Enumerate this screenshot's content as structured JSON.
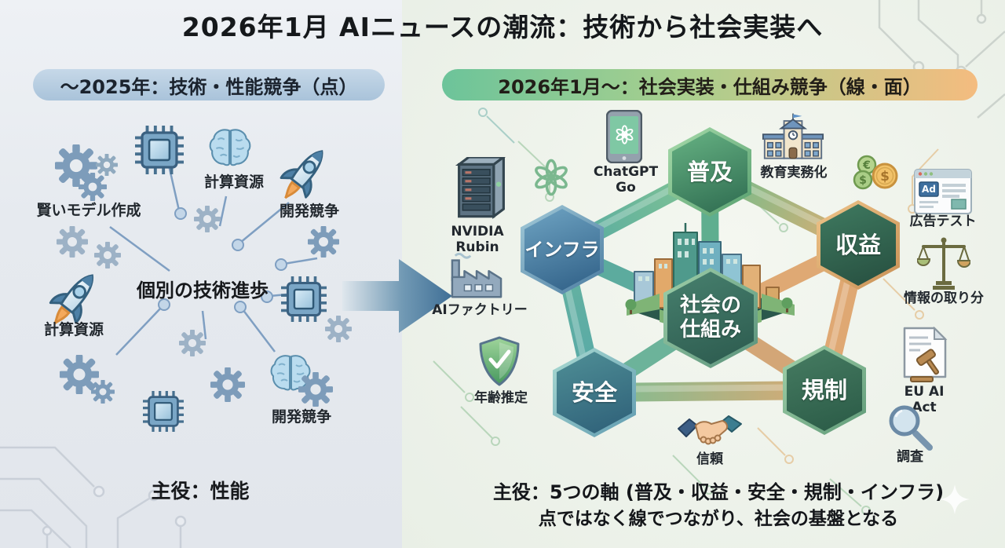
{
  "title": "2026年1月 AIニュースの潮流：技術から社会実装へ",
  "left_panel": {
    "header": "～2025年：技術・性能競争（点）",
    "center_label": "個別の技術進歩",
    "labels": {
      "smart_model": "賢いモデル作成",
      "compute_top": "計算資源",
      "dev_race_top": "開発競争",
      "compute_mid": "計算資源",
      "dev_race_bottom": "開発競争"
    },
    "footer": "主役：性能"
  },
  "right_panel": {
    "header": "2026年1月～：社会実装・仕組み競争（線・面）",
    "hexagons": {
      "infra": "インフラ",
      "adoption": "普及",
      "revenue": "収益",
      "safety": "安全",
      "regulation": "規制",
      "center_line1": "社会の",
      "center_line2": "仕組み"
    },
    "labels": {
      "nvidia": "NVIDIA Rubin",
      "ai_factory": "AIファクトリー",
      "chatgpt_go": "ChatGPT Go",
      "education": "教育実務化",
      "ad_test": "広告テスト",
      "info_share": "情報の取り分",
      "age_estimation": "年齢推定",
      "trust": "信頼",
      "eu_ai_act": "EU AI Act",
      "survey": "調査"
    },
    "ad_box_text": "Ad",
    "coin_symbols": {
      "euro": "€",
      "dollar": "$",
      "dollar2": "$"
    },
    "footer_line1": "主役：5つの軸 (普及・収益・安全・規制・インフラ)",
    "footer_line2": "点ではなく線でつながり、社会の基盤となる"
  },
  "colors": {
    "left_pill_bg": "#b7cde1",
    "right_pill_gradient_start": "#6cc49a",
    "right_pill_gradient_end": "#f4bc7f",
    "hex_adoption": "#2e6b50",
    "hex_infra": "#2f5f86",
    "hex_revenue": "#3f7a60",
    "hex_revenue_border": "#c89055",
    "hex_safety": "#2e5f78",
    "hex_regulation": "#2a5a46",
    "hex_center": "#2c5a4e",
    "tube_green": "#6fb89e",
    "tube_orange": "#dfab76",
    "left_icon_blue": "#7d9cba"
  },
  "icons": {
    "left": [
      "gear-icon",
      "chip-icon",
      "brain-icon",
      "rocket-icon"
    ],
    "right": [
      "server-rack-icon",
      "openai-logo-icon",
      "smartphone-icon",
      "school-icon",
      "coins-icon",
      "ad-window-icon",
      "scales-icon",
      "factory-icon",
      "shield-check-icon",
      "handshake-icon",
      "document-gavel-icon",
      "magnifier-icon",
      "city-icon",
      "arrow-right-icon",
      "sparkle-icon",
      "circuit-trace-icon"
    ]
  }
}
